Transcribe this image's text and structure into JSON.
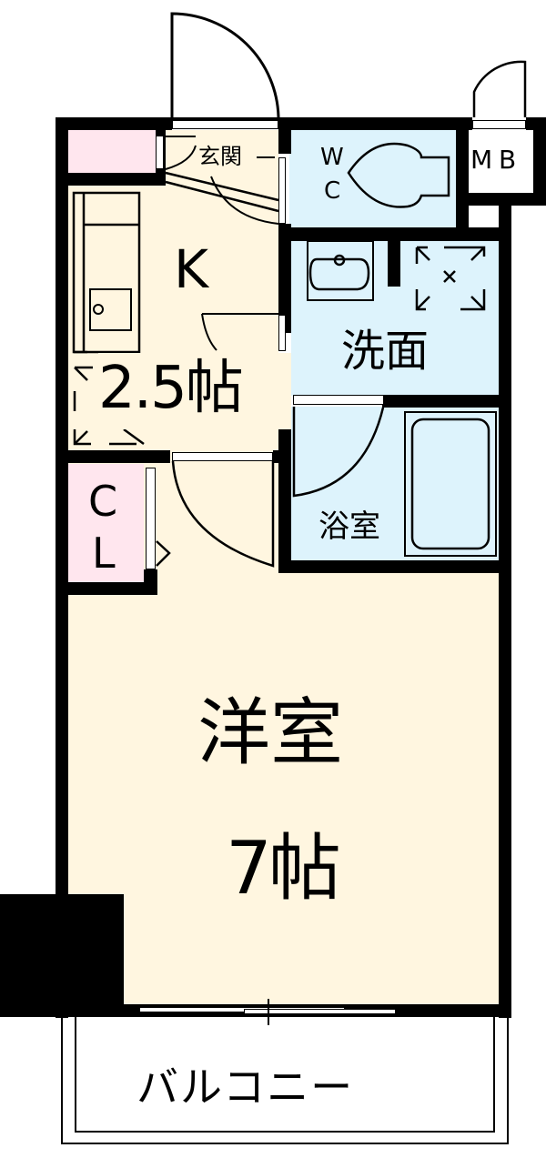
{
  "floor_plan": {
    "colors": {
      "wall": "#000000",
      "living_floor": "#fff6e0",
      "wet_area": "#ddf3fc",
      "storage": "#ffe6ee",
      "exterior": "#ffffff"
    },
    "rooms": {
      "entrance": {
        "label": "玄関"
      },
      "toilet": {
        "label_line1": "W",
        "label_line2": "C"
      },
      "meter_box": {
        "label": "M B"
      },
      "kitchen": {
        "label": "K",
        "size": "2.5帖"
      },
      "washroom": {
        "label": "洗面"
      },
      "bathroom": {
        "label": "浴室"
      },
      "closet": {
        "label_line1": "C",
        "label_line2": "L"
      },
      "western_room": {
        "label": "洋室",
        "size": "7帖"
      },
      "balcony": {
        "label": "バルコニー"
      }
    }
  }
}
